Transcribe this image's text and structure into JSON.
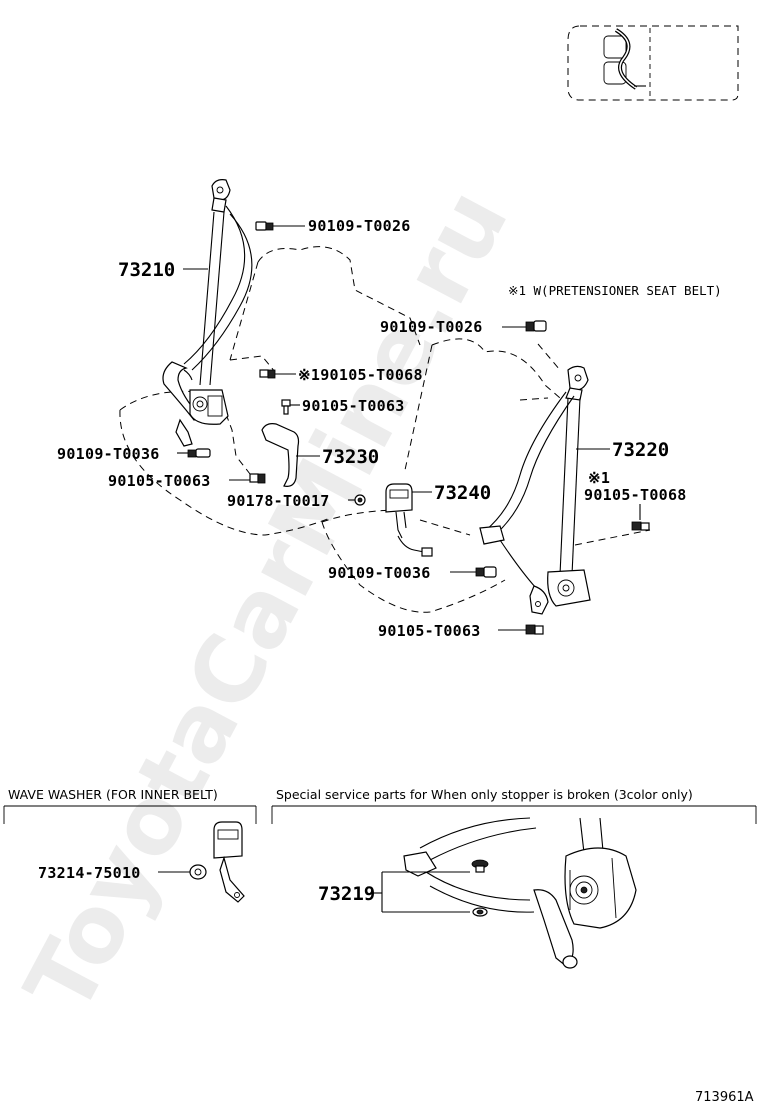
{
  "watermark": "ToyotaCarMine.ru",
  "note": "※1 W(PRETENSIONER SEAT BELT)",
  "parts": {
    "p73210": "73210",
    "p73220": "73220",
    "p73230": "73230",
    "p73240": "73240",
    "p73219": "73219",
    "bolt_0026_a": "90109-T0026",
    "bolt_0026_b": "90109-T0026",
    "bolt_0068_a": "※190105-T0068",
    "bolt_0068_b_mark": "※1",
    "bolt_0068_b": "90105-T0068",
    "bolt_0063_a": "90105-T0063",
    "bolt_0063_b": "90105-T0063",
    "bolt_0063_c": "90105-T0063",
    "bolt_0036_a": "90109-T0036",
    "bolt_0036_b": "90109-T0036",
    "washer_0017": "90178-T0017",
    "washer_75010": "73214-75010"
  },
  "sections": {
    "wave_washer": "WAVE WASHER (FOR INNER BELT)",
    "special_service": "Special service parts for When only stopper is broken (3color only)"
  },
  "diagram_code": "713961A"
}
